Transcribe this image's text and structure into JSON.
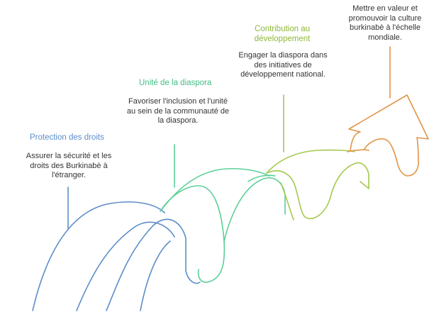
{
  "colors": {
    "stage1": "#5b8dc9",
    "stage2": "#5ccf97",
    "stage3": "#a3c94d",
    "stage4": "#e09448",
    "text": "#333333"
  },
  "stages": [
    {
      "title": "Protection des droits",
      "description": "Assurer la sécurité et les droits des Burkinabè à l'étranger."
    },
    {
      "title": "Unité de la diaspora",
      "description": "Favoriser l'inclusion et l'unité au sein de la communauté de la diaspora."
    },
    {
      "title": "Contribution au développement",
      "description": "Engager la diaspora dans des initiatives de développement national."
    },
    {
      "title": "",
      "description": "Mettre en valeur et promouvoir la culture burkinabè à l'échelle mondiale."
    }
  ]
}
